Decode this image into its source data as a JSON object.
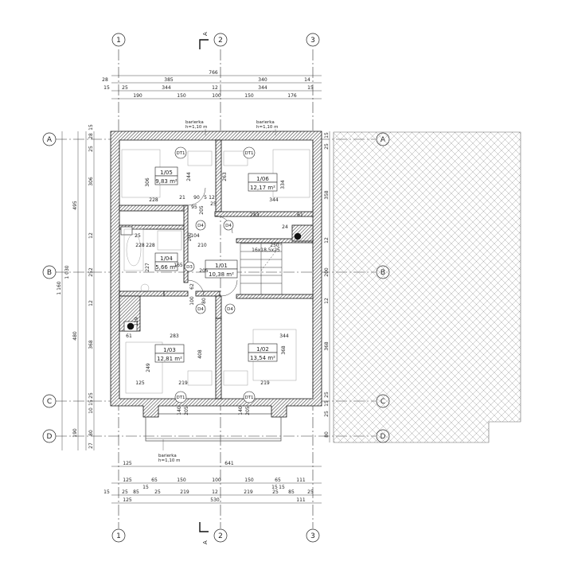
{
  "grid": {
    "columns": [
      "1",
      "2",
      "3"
    ],
    "rows": [
      "A",
      "B",
      "C",
      "D"
    ],
    "section_mark": "A"
  },
  "dims": {
    "top_total": "766",
    "top_row2": [
      "28",
      "385",
      "340",
      "14"
    ],
    "top_row3": [
      "15",
      "25",
      "344",
      "12",
      "344",
      "15"
    ],
    "top_row4": [
      "190",
      "150",
      "100",
      "150",
      "176"
    ],
    "left_row1": [
      "15",
      "28",
      "25",
      "306",
      "12",
      "252",
      "12",
      "368",
      "25",
      "15",
      "10",
      "80",
      "27"
    ],
    "left_row2": [
      "495",
      "480",
      "190"
    ],
    "left_total": "1 160",
    "left_total2": "1 030",
    "right_row": [
      "15",
      "25",
      "358",
      "12",
      "200",
      "12",
      "368",
      "25",
      "15",
      "25",
      "80"
    ],
    "bot_total": "641",
    "bot_row0": "125",
    "bot_row2": [
      "125",
      "65",
      "150",
      "100",
      "150",
      "65",
      "111"
    ],
    "bot_row3a": [
      "15",
      "15",
      "15"
    ],
    "bot_row3": [
      "15",
      "25",
      "85",
      "25",
      "219",
      "12",
      "219",
      "25",
      "85",
      "25"
    ],
    "bot_row4": [
      "125",
      "530",
      "111"
    ]
  },
  "rooms": [
    {
      "id": "1/05",
      "area": "9,83 m²"
    },
    {
      "id": "1/06",
      "area": "12,17 m²"
    },
    {
      "id": "1/04",
      "area": "5,66 m²"
    },
    {
      "id": "1/01",
      "area": "10,38 m²"
    },
    {
      "id": "1/03",
      "area": "12,81 m²"
    },
    {
      "id": "1/02",
      "area": "13,54 m²"
    }
  ],
  "doors": {
    "dt1": "DT1",
    "d4": "D4",
    "d3": "D3"
  },
  "labels": {
    "barierka": "barierka",
    "barierka_h": "h=1,10 m"
  },
  "inner_dims": [
    "228",
    "244",
    "263",
    "344",
    "334",
    "306",
    "21",
    "90",
    "5",
    "12",
    "283",
    "61",
    "228",
    "205",
    "95",
    "25",
    "160",
    "104",
    "210",
    "250",
    "16x18,5x25",
    "24",
    "227",
    "165",
    "62",
    "205",
    "100",
    "80",
    "119",
    "61",
    "283",
    "344",
    "408",
    "368",
    "249",
    "125",
    "219",
    "219",
    "140",
    "205",
    "140",
    "205",
    "25",
    "228"
  ]
}
